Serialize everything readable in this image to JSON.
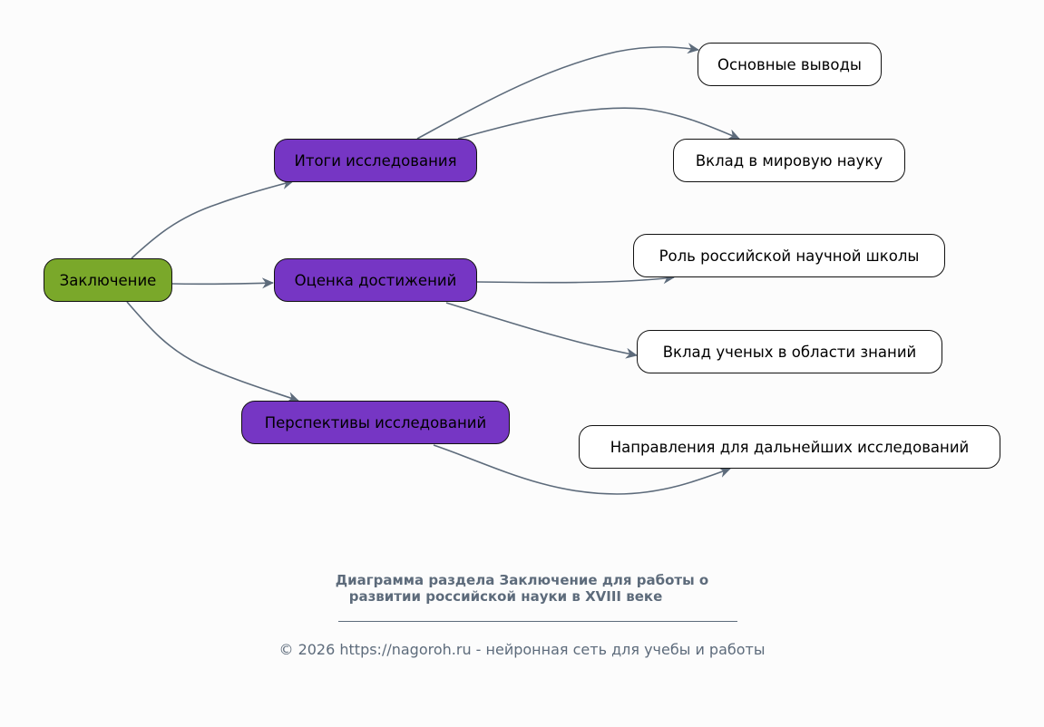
{
  "diagram": {
    "root": {
      "label": "Заключение",
      "color": "#7aa82a"
    },
    "branches": [
      {
        "label": "Итоги исследования",
        "color": "#7636c4",
        "children": [
          "Основные выводы",
          "Вклад в мировую науку"
        ]
      },
      {
        "label": "Оценка достижений",
        "color": "#7636c4",
        "children": [
          "Роль российской научной школы",
          "Вклад ученых в области знаний"
        ]
      },
      {
        "label": "Перспективы исследований",
        "color": "#7636c4",
        "children": [
          "Направления для дальнейших исследований"
        ]
      }
    ],
    "edge_color": "#5d6b7b"
  },
  "caption": {
    "title_line1": "Диаграмма раздела Заключение для работы о",
    "title_line2": "развитии российской науки в XVIII веке",
    "footer": "© 2026 https://nagoroh.ru - нейронная сеть для учебы и работы"
  }
}
